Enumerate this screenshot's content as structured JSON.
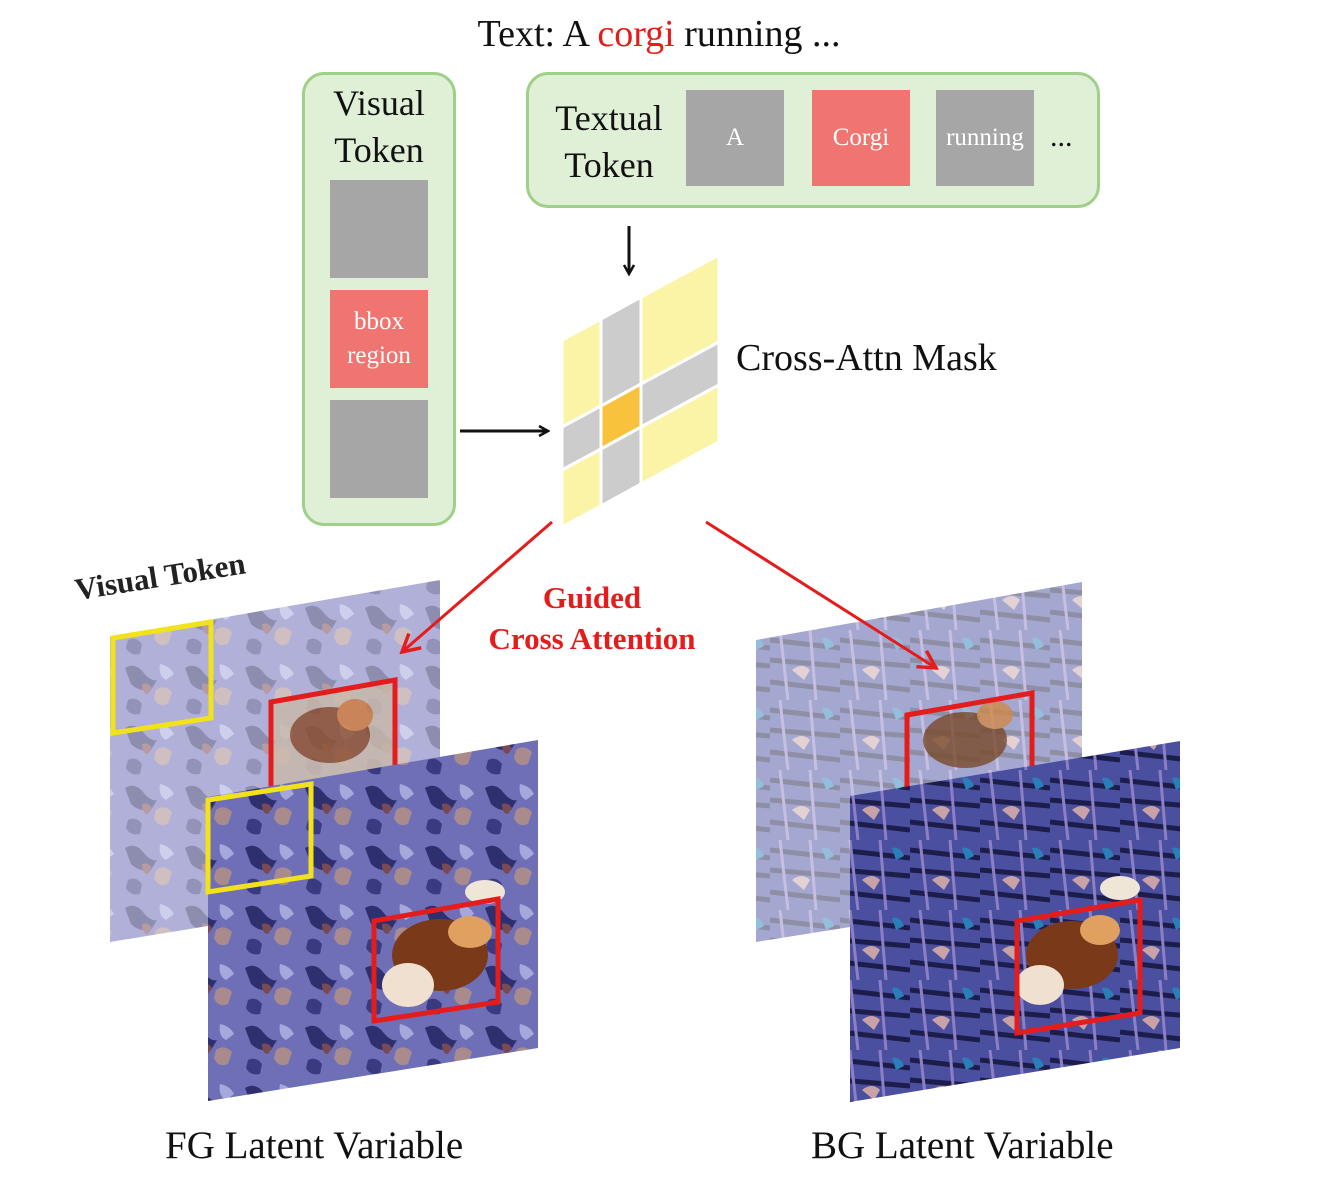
{
  "header": {
    "prefix": "Text: A ",
    "highlight": "corgi",
    "suffix": " running ...",
    "highlight_color": "#e51c1c"
  },
  "visual_panel": {
    "title_line1": "Visual",
    "title_line2": "Token",
    "token_highlight_line1": "bbox",
    "token_highlight_line2": "region"
  },
  "textual_panel": {
    "title_line1": "Textual",
    "title_line2": "Token",
    "tokens": [
      "A",
      "Corgi",
      "running"
    ],
    "ellipsis": "..."
  },
  "mask_label": "Cross-Attn Mask",
  "guided": {
    "line1": "Guided",
    "line2": "Cross Attention",
    "color": "#e51c1c"
  },
  "fg_overlay_label": "Visual Token",
  "captions": {
    "fg": "FG Latent Variable",
    "bg": "BG Latent Variable"
  },
  "colors": {
    "panel_fill": "#dff0d6",
    "panel_border": "#9fd08a",
    "token_gray": "#a6a6a6",
    "token_red": "#f07470",
    "mask_yellow": "#fbf4a6",
    "mask_gray": "#cccccc",
    "mask_center": "#f8c23c",
    "arrow_red": "#e51c1c",
    "box_red": "#e51c1c",
    "box_yellow": "#f2e21c"
  }
}
